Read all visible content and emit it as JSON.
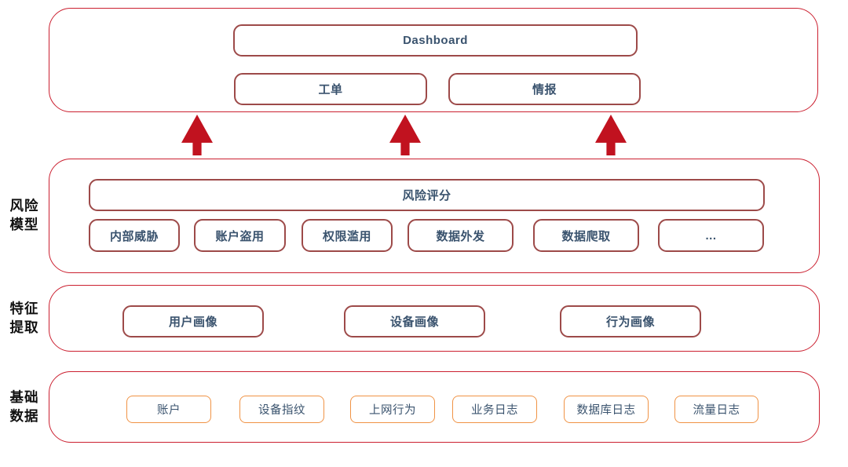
{
  "colors": {
    "container_border": "#cb2030",
    "node_border": "#9d4a49",
    "data_node_border": "#f09345",
    "node_text": "#3a536e",
    "side_label_text": "#111111",
    "arrow_fill": "#c1121f",
    "background": "#ffffff"
  },
  "layers": {
    "output": {
      "dashboard": "Dashboard",
      "ticket": "工单",
      "intel": "情报"
    },
    "risk_model": {
      "side_label_lines": [
        "风险",
        "模型"
      ],
      "score_box": "风险评分",
      "boxes": [
        "内部威胁",
        "账户盗用",
        "权限滥用",
        "数据外发",
        "数据爬取",
        "..."
      ]
    },
    "feature_extraction": {
      "side_label_lines": [
        "特征",
        "提取"
      ],
      "boxes": [
        "用户画像",
        "设备画像",
        "行为画像"
      ]
    },
    "base_data": {
      "side_label_lines": [
        "基础",
        "数据"
      ],
      "boxes": [
        "账户",
        "设备指纹",
        "上网行为",
        "业务日志",
        "数据库日志",
        "流量日志"
      ]
    }
  }
}
